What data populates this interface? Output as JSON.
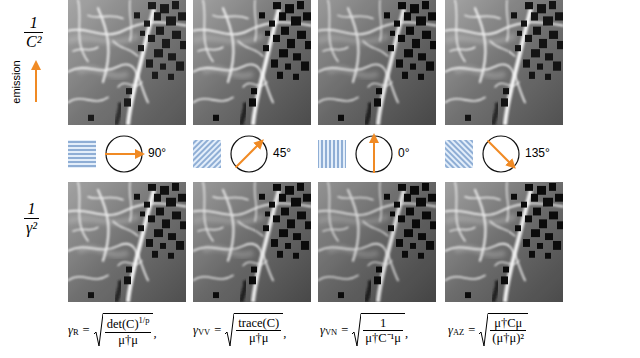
{
  "diagram": {
    "labels": [
      "1",
      "C²",
      "emission",
      "90°",
      "45°",
      "0°",
      "135°",
      "1",
      "γ²",
      "γ",
      "R",
      "=",
      "det(C)",
      "1/p",
      "μ†μ",
      ",",
      "γ",
      "VV",
      "=",
      "trace(C)",
      "μ†μ",
      ",",
      "γ",
      "VN",
      "=",
      "1",
      "μ†C⁻¹μ",
      ",",
      "γ",
      "AZ",
      "=",
      "μ†Cμ",
      "(μ†μ)²"
    ]
  }
}
